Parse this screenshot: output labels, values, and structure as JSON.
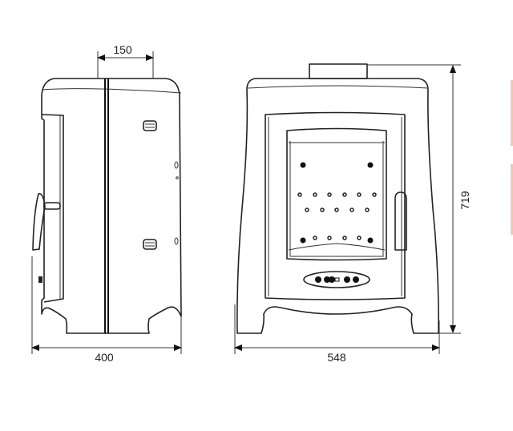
{
  "dimensions": {
    "flue_width": "150",
    "depth": "400",
    "width": "548",
    "height": "719"
  },
  "colors": {
    "line": "#222222",
    "accent_edge": "#f2c9ad"
  }
}
